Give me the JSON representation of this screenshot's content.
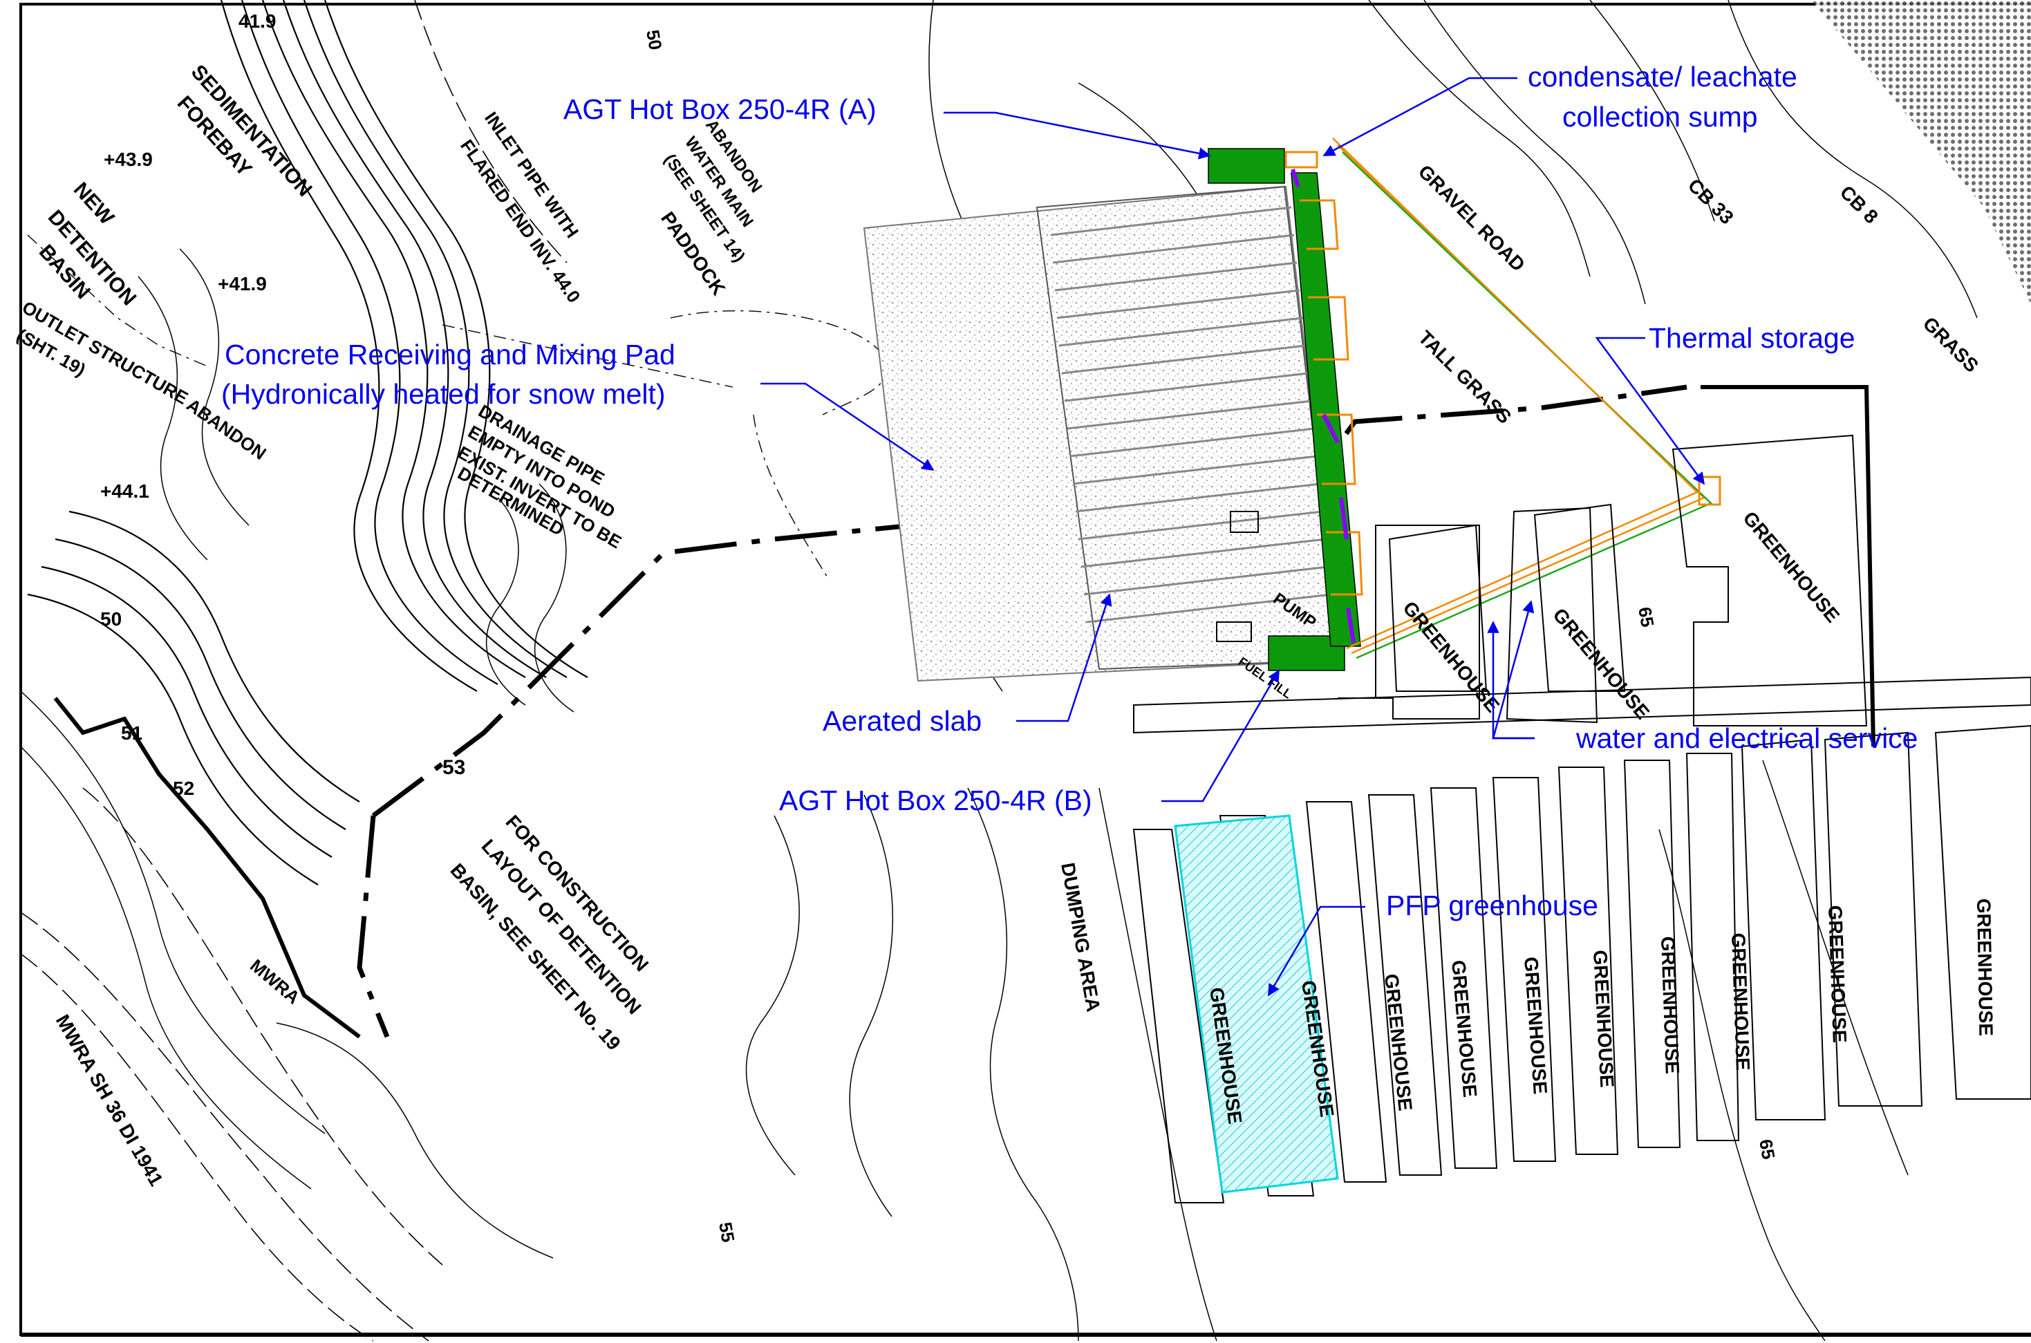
{
  "callouts": {
    "hotbox_a": "AGT Hot Box 250-4R (A)",
    "sump_line1": "condensate/ leachate",
    "sump_line2": "collection sump",
    "pad_line1": "Concrete Receiving and Mixing Pad",
    "pad_line2": "(Hydronically heated for snow melt)",
    "thermal": "Thermal storage",
    "aerated": "Aerated slab",
    "hotbox_b": "AGT Hot Box 250-4R (B)",
    "water": "water and electrical service",
    "pfp": "PFP greenhouse"
  },
  "labels": {
    "sedimentation": "SEDIMENTATION",
    "forebay": "FOREBAY",
    "new": "NEW",
    "detention": "DETENTION",
    "basin": "BASIN",
    "inlet1": "INLET PIPE WITH",
    "inlet2": "FLARED END INV. 44.0",
    "abandon1": "ABANDON",
    "abandon2": "WATER MAIN",
    "abandon3": "(SEE SHEET 14)",
    "paddock": "PADDOCK",
    "gravel_road": "GRAVEL ROAD",
    "tall_grass": "TALL GRASS",
    "grass": "GRASS",
    "cb33": "CB 33",
    "cb8": "CB 8",
    "drain1": "DRAINAGE PIPE",
    "drain2": "EMPTY INTO POND",
    "drain3": "EXIST. INVERT TO BE",
    "drain4": "DETERMINED",
    "outlet1": "OUTLET STRUCTURE",
    "outlet2": "(SHT. 19)",
    "abandon_small": "ABANDON",
    "construction1": "FOR CONSTRUCTION",
    "construction2": "LAYOUT OF DETENTION",
    "construction3": "BASIN, SEE SHEET No. 19",
    "dumping": "DUMPING AREA",
    "mwra_sh": "MWRA SH 36 DI 1941",
    "mwra": "MWRA",
    "pump": "PUMP",
    "fuel": "FUEL FILL",
    "greenhouse": "GREENHOUSE",
    "elev_419a": "41.9",
    "elev_419b": "+41.9",
    "elev_439": "+43.9",
    "elev_441": "+44.1",
    "elev_50": "50",
    "elev_51": "51",
    "elev_52": "52",
    "elev_53": "53",
    "elev_55": "55",
    "elev_65a": "65",
    "elev_65b": "65",
    "elev_50b": "50"
  },
  "colors": {
    "callout": "#0000ee",
    "hotbox": "#0c9a0c",
    "orange": "#f28a00",
    "purple": "#8800ff",
    "cyan": "#00d6e0",
    "concrete": "#bdbdbd"
  }
}
